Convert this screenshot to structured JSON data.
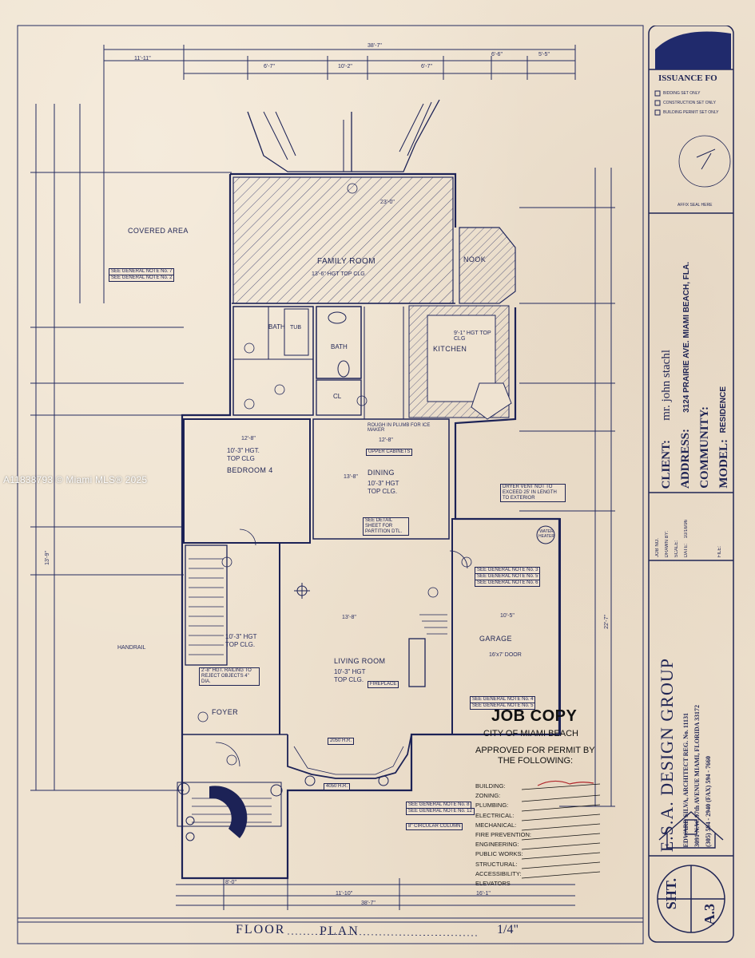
{
  "watermark": "A11838793 © Miami MLS® 2025",
  "rooms": {
    "covered_area": "COVERED AREA",
    "family_room": "FAMILY ROOM",
    "family_room_ceiling": "13'-6\" HGT TOP CLG",
    "nook": "NOOK",
    "bath1": "BATH",
    "tub": "TUB",
    "bath2": "BATH",
    "kitchen": "KITCHEN",
    "kitchen_ceiling": "9'-1\" HGT TOP CLG",
    "cl": "CL",
    "bedroom4": "BEDROOM 4",
    "bedroom4_ceiling_1": "10'-3\" HGT.",
    "bedroom4_ceiling_2": "TOP CLG",
    "dining": "DINING",
    "dining_ceiling_1": "10'-3\" HGT",
    "dining_ceiling_2": "TOP CLG.",
    "living_room": "LIVING ROOM",
    "living_ceiling_1": "10'-3\" HGT",
    "living_ceiling_2": "TOP CLG.",
    "fireplace": "FIREPLACE",
    "foyer": "FOYER",
    "stair_ceiling_1": "10'-3\" HGT",
    "stair_ceiling_2": "TOP CLG.",
    "garage": "GARAGE",
    "water_heater": "WATER HEATER"
  },
  "notes": {
    "general_note_7": "SEE GENERAL NOTE No. 7",
    "general_note_2": "SEE GENERAL NOTE No. 2",
    "rough_plumb": "ROUGH IN PLUMB FOR ICE MAKER",
    "upper_cabinets": "UPPER CABINETS",
    "see_detail_sheet": "SEE DETAIL SHEET FOR PARTITION DTL.",
    "dryer_vent": "DRYER VENT NOT TO EXCEED 25' IN LENGTH TO EXTERIOR",
    "garage_notes_1": "SEE GENERAL NOTE No. 3",
    "garage_notes_2": "SEE GENERAL NOTE No. 5",
    "garage_notes_3": "SEE GENERAL NOTE No. 6",
    "railing_note": "2'-8\" HGT. RAILING TO REJECT OBJECTS 4\" DIA.",
    "general_note_4": "SEE GENERAL NOTE No. 4",
    "general_note_5": "SEE GENERAL NOTE No. 5",
    "general_note_8": "SEE GENERAL NOTE No. 8",
    "general_note_12": "SEE GENERAL NOTE No. 12",
    "circular_column": "8\" CIRCULAR COLUMN",
    "door_2050": "2050 H.R.",
    "door_4050": "4050 H.R.",
    "handrail": "HANDRAIL",
    "garage_door": "16'x7' DOOR"
  },
  "dimensions": {
    "top_overall": "38'-7\"",
    "d1": "11'-11\"",
    "d2": "6'-7\"",
    "d3": "10'-2\"",
    "d4": "6'-7\"",
    "d5": "5'-5\"",
    "d6": "6'-6\"",
    "d7": "23'-0\"",
    "d8": "13'-8\"",
    "d9": "12'-8\"",
    "d10": "12'-8\"",
    "d11": "13'-8\"",
    "d12": "10'-5\"",
    "bottom1": "8'-0\"",
    "bottom2": "11'-10\"",
    "bottom3": "16'-1\"",
    "bottom_overall": "38'-7\"",
    "left_overall": "13'-9\"",
    "right_overall": "22'-7\""
  },
  "stamp": {
    "job_copy": "JOB COPY",
    "city": "CITY OF MIAMI BEACH",
    "approved_1": "APPROVED FOR PERMIT BY",
    "approved_2": "THE FOLLOWING:",
    "items": [
      "BUILDING:",
      "ZONING:",
      "PLUMBING:",
      "ELECTRICAL:",
      "MECHANICAL:",
      "FIRE PREVENTION:",
      "ENGINEERING:",
      "PUBLIC WORKS:",
      "STRUCTURAL:",
      "ACCESSIBILITY:",
      "ELEVATORS"
    ]
  },
  "title_block": {
    "issuance": "ISSUANCE FO",
    "issuance_1": "BIDDING SET ONLY",
    "issuance_2": "CONSTRUCTION SET ONLY",
    "issuance_3": "BUILDING PERMIT SET ONLY",
    "seal_here": "AFFIX SEAL HERE",
    "client_label": "CLIENT:",
    "client_value": "mr. john stachl",
    "address_label": "ADDRESS:",
    "address_value": "3124 PRAIRIE AVE. MIAMI BEACH, FLA.",
    "community_label": "COMMUNITY:",
    "model_label": "MODEL:",
    "model_value": "RESIDENCE",
    "job_no": "JOB NO.",
    "drawn_by": "DRAWN BY:",
    "scale": "SCALE:",
    "date": "DATE:",
    "date_value": "10/16/96",
    "file": "FILE:",
    "firm": "E.S.A. DESIGN GROUP",
    "firm_line2": "EDWARD SILVA, ARCHITECT REG. No. 11131",
    "firm_line3": "3091 N.W. 97th AVENUE MIAMI, FLORIDA 33172",
    "firm_line4": "(305) 594 - 2940 (FAX) 594 - 7660",
    "sheet_label": "SHT.",
    "sheet_value": "A.3"
  },
  "footer": {
    "floor": "FLOOR",
    "plan": "PLAN",
    "scale": "1/4\""
  }
}
